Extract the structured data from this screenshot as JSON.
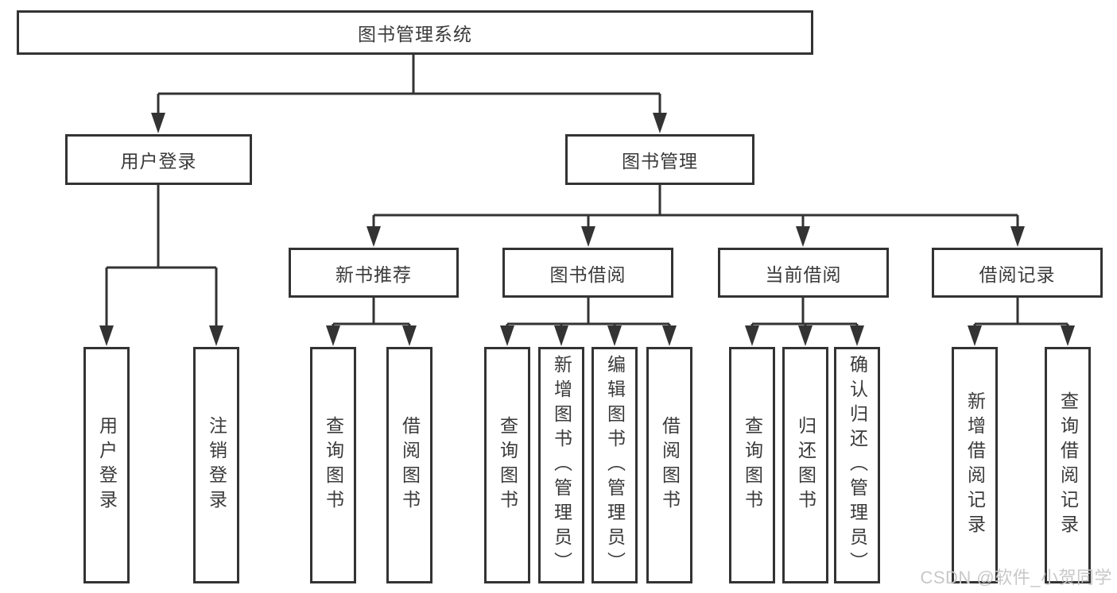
{
  "tree": {
    "root": {
      "label": "图书管理系统"
    },
    "user_login": {
      "label": "用户登录",
      "children": [
        {
          "label": "用户登录"
        },
        {
          "label": "注销登录"
        }
      ]
    },
    "book_management": {
      "label": "图书管理",
      "sections": [
        {
          "label": "新书推荐",
          "children": [
            {
              "label": "查询图书"
            },
            {
              "label": "借阅图书"
            }
          ]
        },
        {
          "label": "图书借阅",
          "children": [
            {
              "label": "查询图书"
            },
            {
              "label": "新增图书（管理员）"
            },
            {
              "label": "编辑图书（管理员）"
            },
            {
              "label": "借阅图书"
            }
          ]
        },
        {
          "label": "当前借阅",
          "children": [
            {
              "label": "查询图书"
            },
            {
              "label": "归还图书"
            },
            {
              "label": "确认归还（管理员）"
            }
          ]
        },
        {
          "label": "借阅记录",
          "children": [
            {
              "label": "新增借阅记录"
            },
            {
              "label": "查询借阅记录"
            }
          ]
        }
      ]
    }
  },
  "watermark": "CSDN @软件_小贺同学",
  "colors": {
    "line": "#333333",
    "text": "#3a3a3a",
    "watermark": "#c8c8c8",
    "background": "#ffffff"
  }
}
